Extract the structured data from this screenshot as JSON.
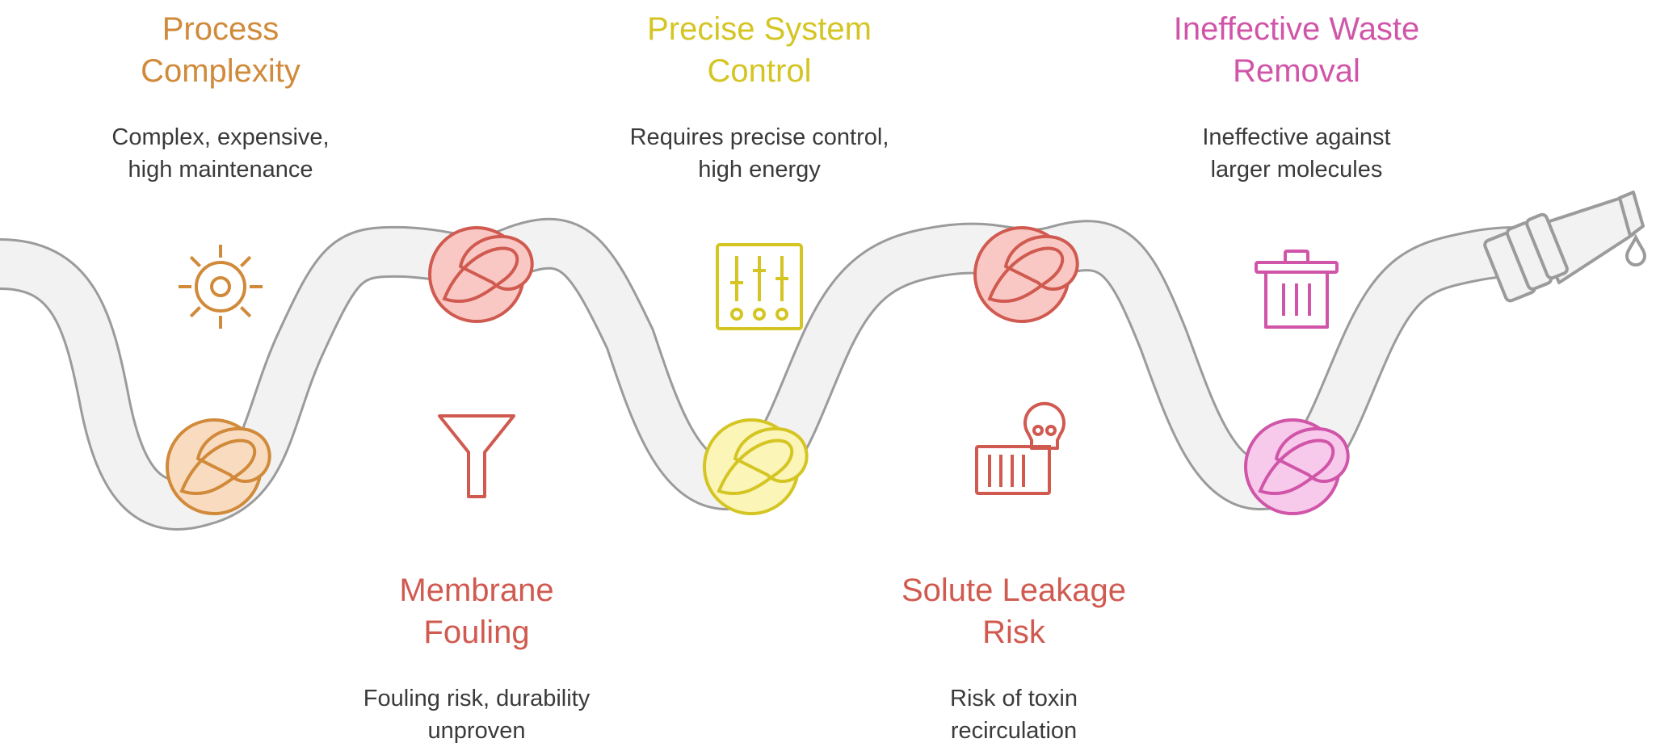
{
  "items": [
    {
      "title": "Process\nComplexity",
      "description": "Complex, expensive,\nhigh maintenance",
      "icon": "gear-icon",
      "color": "#D08A3A",
      "fill": "#F9DCC0"
    },
    {
      "title": "Membrane\nFouling",
      "description": "Fouling risk, durability\nunproven",
      "icon": "funnel-icon",
      "color": "#D05A50",
      "fill": "#F9C8C4"
    },
    {
      "title": "Precise System\nControl",
      "description": "Requires precise control,\nhigh energy",
      "icon": "sliders-icon",
      "color": "#D4C523",
      "fill": "#FBF5B8"
    },
    {
      "title": "Solute Leakage\nRisk",
      "description": "Risk of toxin\nrecirculation",
      "icon": "toxic-barrel-icon",
      "color": "#D05A50",
      "fill": "#F9C8C4"
    },
    {
      "title": "Ineffective Waste\nRemoval",
      "description": "Ineffective against\nlarger molecules",
      "icon": "trash-can-icon",
      "color": "#D055A8",
      "fill": "#F7C9EA"
    }
  ],
  "hose": {
    "stroke": "#9B9B9B",
    "fill": "#F2F2F2",
    "nozzle_icon": "hose-nozzle-icon",
    "drop_icon": "water-drop-icon"
  }
}
